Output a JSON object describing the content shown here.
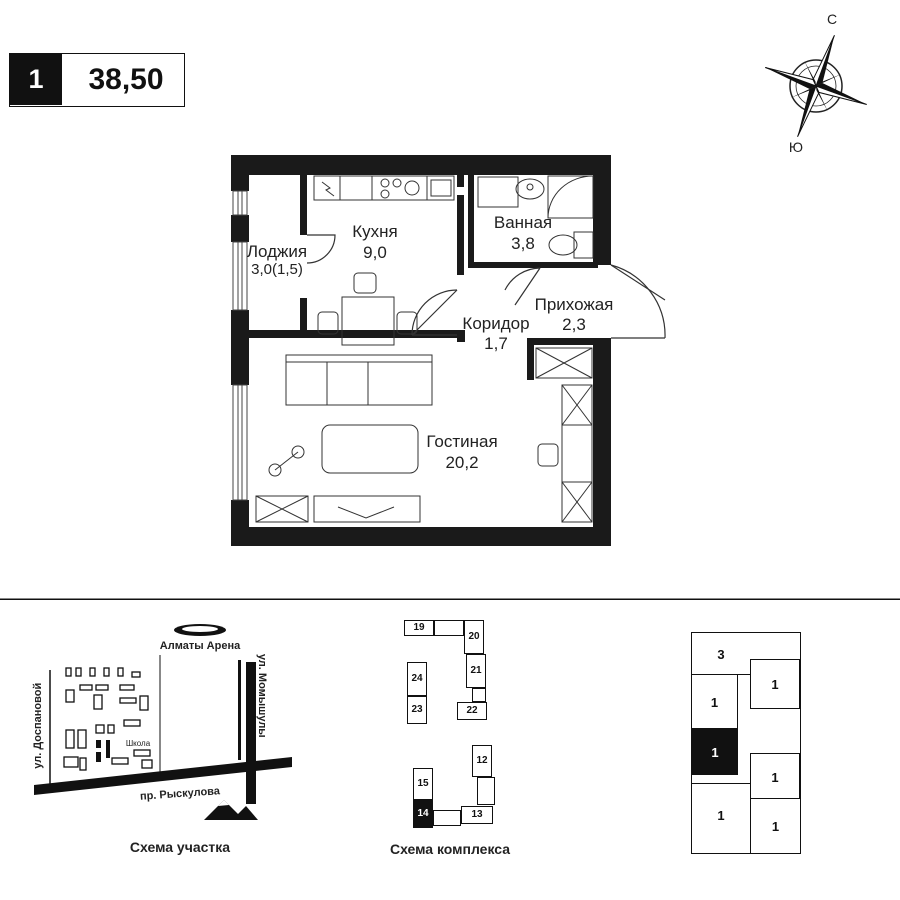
{
  "header": {
    "rooms_count": "1",
    "total_area": "38,50"
  },
  "compass": {
    "north": "С",
    "south": "Ю"
  },
  "rooms": {
    "kitchen": {
      "name": "Кухня",
      "area": "9,0"
    },
    "bathroom": {
      "name": "Ванная",
      "area": "3,8"
    },
    "loggia": {
      "name": "Лоджия",
      "area": "3,0(1,5)"
    },
    "hallway": {
      "name": "Прихожая",
      "area": "2,3"
    },
    "corridor": {
      "name": "Коридор",
      "area": "1,7"
    },
    "living": {
      "name": "Гостиная",
      "area": "20,2"
    }
  },
  "site_scheme": {
    "caption": "Схема участка",
    "arena": "Алматы Арена",
    "street_left": "ул. Доспановой",
    "street_right": "ул. Момышулы",
    "avenue": "пр. Рыскулова",
    "school": "Школа"
  },
  "complex_scheme": {
    "caption": "Схема комплекса",
    "blocks": [
      "19",
      "20",
      "21",
      "24",
      "23",
      "22",
      "12",
      "15",
      "14",
      "13"
    ],
    "highlighted": "14"
  },
  "floor_scheme": {
    "units": [
      "3",
      "1",
      "1",
      "1",
      "1",
      "1",
      "1"
    ],
    "highlighted": "1"
  },
  "colors": {
    "wall": "#1a1a1a",
    "accent": "#111111",
    "background": "#ffffff"
  }
}
